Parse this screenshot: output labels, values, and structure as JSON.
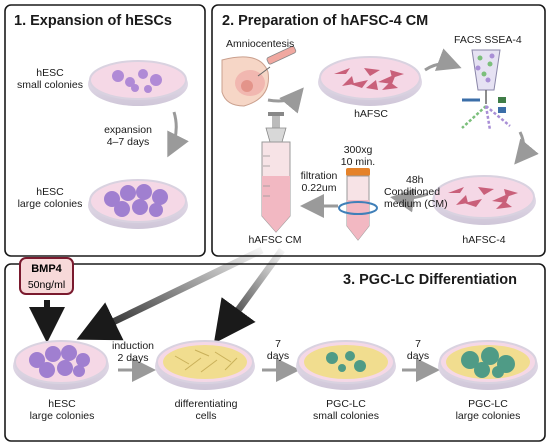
{
  "panels": {
    "p1": {
      "title": "1.  Expansion of hESCs"
    },
    "p2": {
      "title": "2.   Preparation of hAFSC-4 CM"
    },
    "p3": {
      "title": "3.   PGC-LC Differentiation"
    }
  },
  "labels": {
    "hesc_small_1": "hESC",
    "hesc_small_2": "small colonies",
    "expansion_1": "expansion",
    "expansion_2": "4–7 days",
    "hesc_large_1": "hESC",
    "hesc_large_2": "large colonies",
    "amnio": "Amniocentesis",
    "hafsc": "hAFSC",
    "facs": "FACS SSEA-4",
    "hafsc4": "hAFSC-4",
    "cm_48h_1": "48h",
    "cm_48h_2": "Conditioned",
    "cm_48h_3": "medium (CM)",
    "spin_1": "300xg",
    "spin_2": "10 min.",
    "filt_1": "filtration",
    "filt_2": "0.22um",
    "hafsc_cm": "hAFSC CM",
    "bmp4_1": "BMP4",
    "bmp4_2": "50ng/ml",
    "b_hesc_1": "hESC",
    "b_hesc_2": "large colonies",
    "induction_1": "induction",
    "induction_2": "2 days",
    "diff_1": "differentiating",
    "diff_2": "cells",
    "seven_a_1": "7",
    "seven_a_2": "days",
    "pgc_small_1": "PGC-LC",
    "pgc_small_2": "small colonies",
    "seven_b_1": "7",
    "seven_b_2": "days",
    "pgc_large_1": "PGC-LC",
    "pgc_large_2": "large colonies"
  },
  "colors": {
    "dish_rim": "#d9d2e0",
    "dish_fill": "#f5d8e6",
    "colony": "#b08ad6",
    "yellow_cells": "#f1dd8f",
    "green_colony": "#4f9b86",
    "pink_cells": "#c9607a",
    "arrow_gray": "#9a9a9a",
    "bmp_border": "#7a1a2e"
  }
}
